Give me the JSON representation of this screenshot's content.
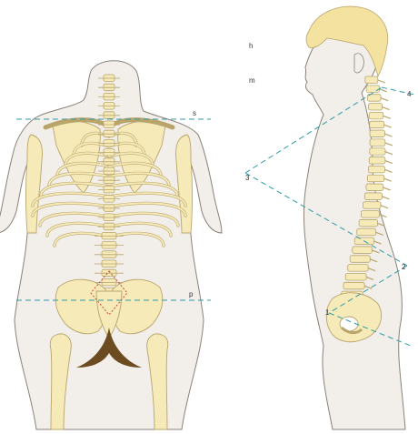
{
  "labels": {
    "s": "s",
    "p": "p",
    "h": "h",
    "m": "m",
    "one": "1",
    "two": "2",
    "three": "3",
    "four": "4"
  },
  "colors": {
    "body_fill": "#f2eeea",
    "body_outline": "#8b8278",
    "bone_fill": "#f6eab9",
    "bone_outline": "#b9a56a",
    "hair": "#f3e2a0",
    "reference_line": "#2f9aa6",
    "rhombus": "#c0392b",
    "dark_shadow": "#6b4b1f"
  }
}
